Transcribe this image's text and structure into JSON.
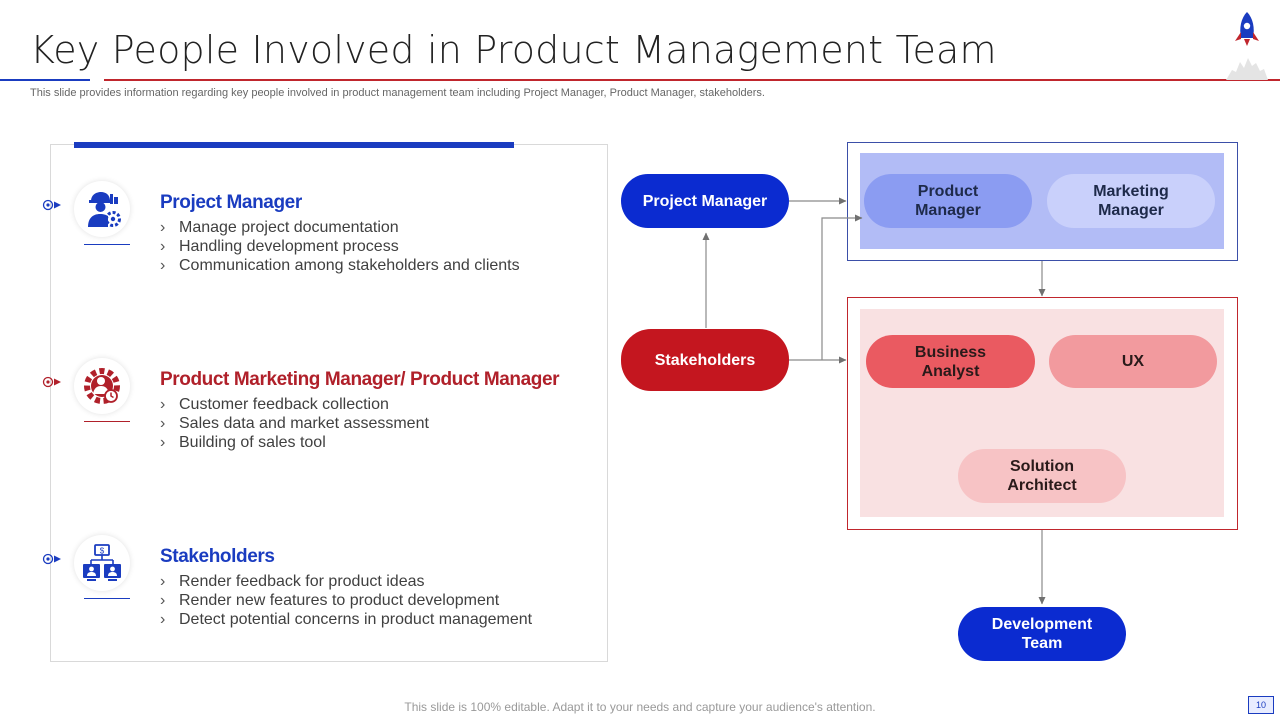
{
  "header": {
    "title": "Key People Involved in Product Management Team",
    "subtitle": "This slide provides information regarding key people involved in product management team including Project Manager, Product Manager, stakeholders."
  },
  "sections": [
    {
      "title": "Project Manager",
      "icon": "worker-gear-icon",
      "color": "#1a3cc0",
      "points": [
        "Manage project documentation",
        "Handling development process",
        "Communication among stakeholders and clients"
      ]
    },
    {
      "title": "Product Marketing Manager/ Product Manager",
      "icon": "manager-gear-icon",
      "color": "#b0202a",
      "points": [
        "Customer feedback collection",
        "Sales data and market assessment",
        "Building of sales tool"
      ]
    },
    {
      "title": "Stakeholders",
      "icon": "network-people-icon",
      "color": "#1a3cc0",
      "points": [
        "Render feedback for product ideas",
        "Render new features to product development",
        "Detect potential concerns in product management"
      ]
    }
  ],
  "bullet_glyph": "›",
  "diagram": {
    "project_manager": "Project Manager",
    "stakeholders": "Stakeholders",
    "product_manager": [
      "Product",
      "Manager"
    ],
    "marketing_manager": [
      "Marketing",
      "Manager"
    ],
    "business_analyst": [
      "Business",
      "Analyst"
    ],
    "ux": "UX",
    "solution_architect": [
      "Solution",
      "Architect"
    ],
    "development_team": [
      "Development",
      "Team"
    ]
  },
  "footer": {
    "note": "This slide is 100% editable. Adapt it to your needs and capture your audience's attention.",
    "page_number": "10"
  },
  "colors": {
    "brand_blue": "#1a3cc0",
    "brand_red": "#c0262d"
  }
}
